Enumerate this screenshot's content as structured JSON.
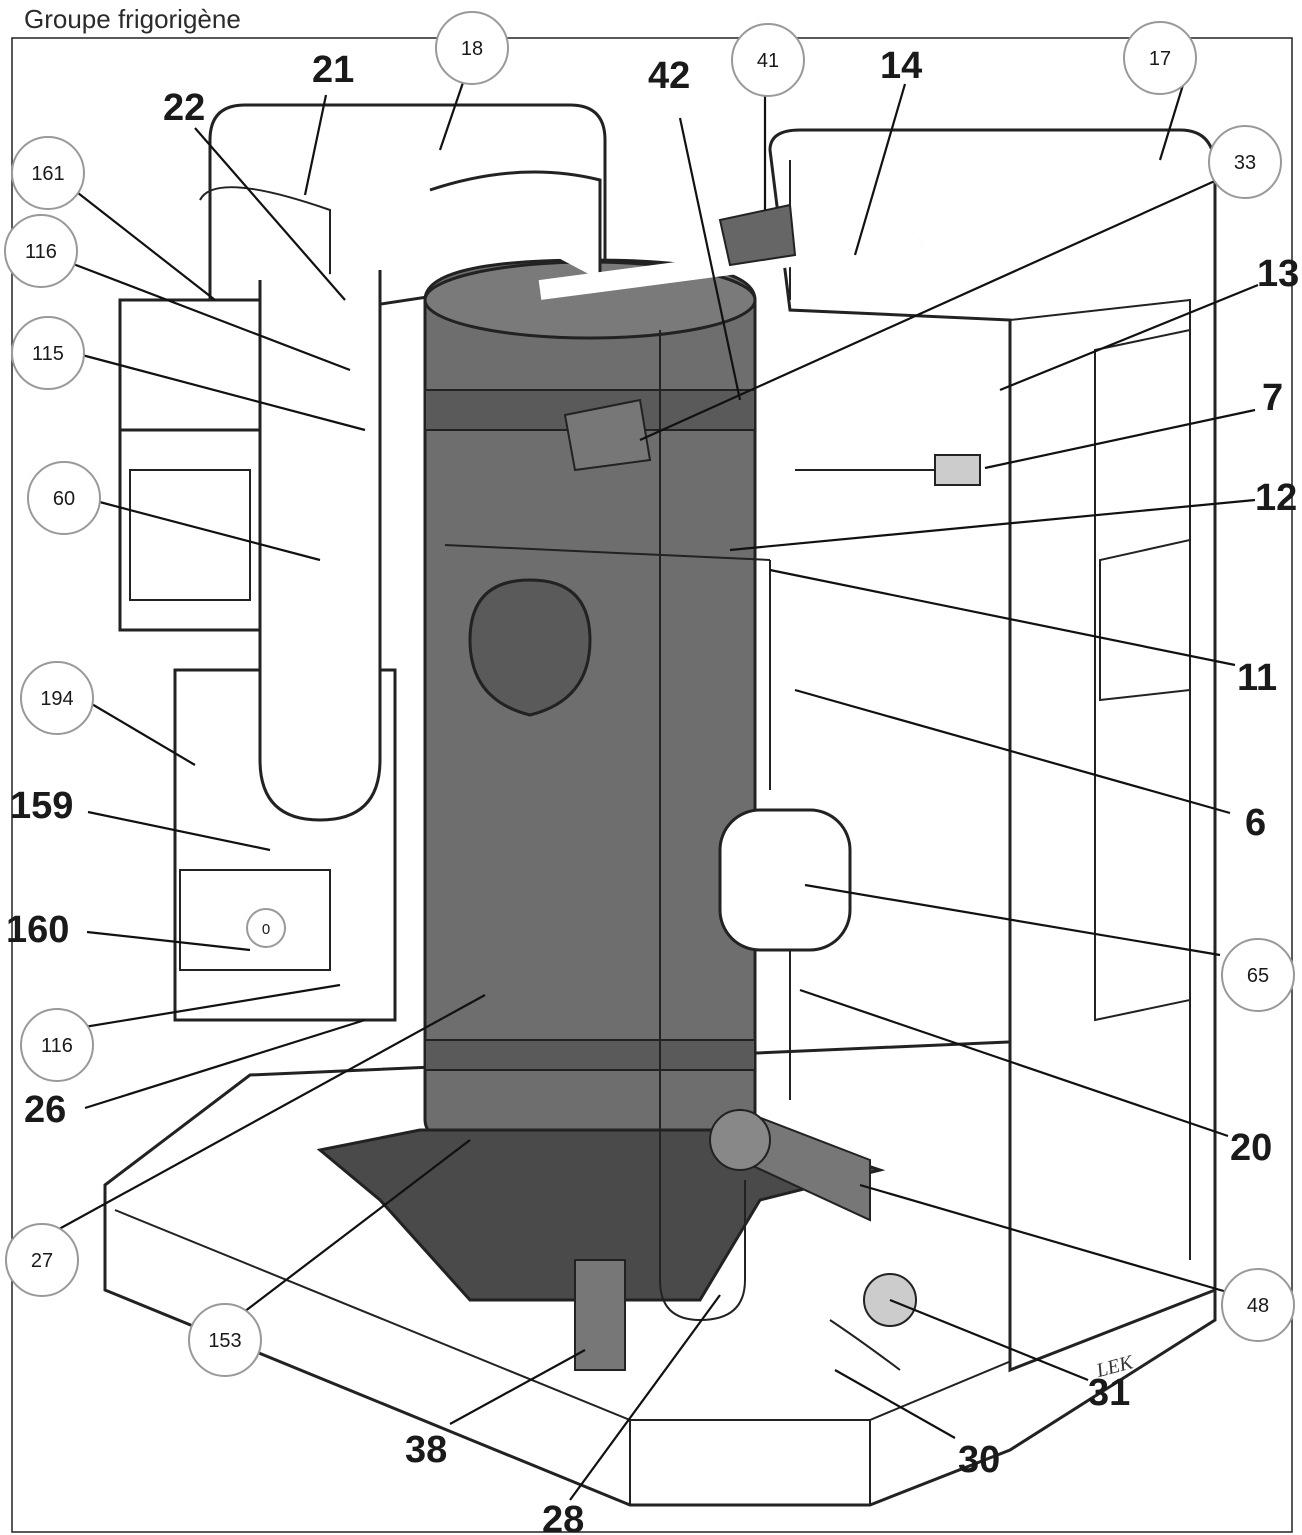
{
  "title": "Groupe frigorigène",
  "bold_labels": {
    "l21": "21",
    "l22": "22",
    "l42": "42",
    "l14": "14",
    "l13": "13",
    "l7": "7",
    "l12": "12",
    "l11": "11",
    "l6": "6",
    "l20": "20",
    "l31": "31",
    "l30": "30",
    "l28": "28",
    "l38": "38",
    "l26": "26",
    "l159": "159",
    "l160": "160"
  },
  "circle_labels": {
    "c18": "18",
    "c41": "41",
    "c17": "17",
    "c33": "33",
    "c161": "161",
    "c116a": "116",
    "c115": "115",
    "c60": "60",
    "c194": "194",
    "c0": "0",
    "c116b": "116",
    "c65": "65",
    "c48": "48",
    "c27": "27",
    "c153": "153"
  },
  "logo": {
    "text": "LEK"
  }
}
